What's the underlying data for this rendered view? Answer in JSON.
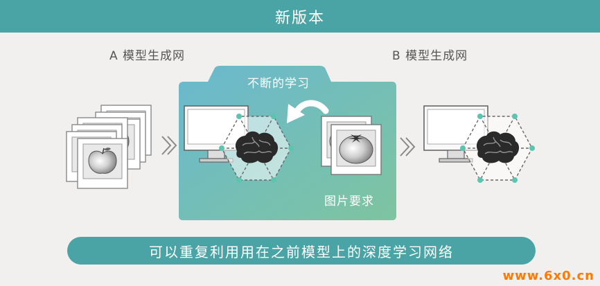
{
  "header": {
    "title": "新版本"
  },
  "model_a": {
    "label": "A  模型生成网"
  },
  "model_b": {
    "label": "B  模型生成网"
  },
  "learning_panel": {
    "title": "不断的学习",
    "image_requirement": "图片要求"
  },
  "footer": {
    "caption": "可以重复利用用在之前模型上的深度学习网络"
  },
  "watermark": {
    "text": "www.6x0.cn"
  },
  "colors": {
    "header_bg": "#4aa3a5",
    "panel_gradient_start": "#6ab8cf",
    "panel_gradient_end": "#7ec4a0",
    "node": "#5cc5b0",
    "brain": "#2a2a2a",
    "watermark": "#ff7a00"
  },
  "icons": [
    "photo-stack-icon",
    "chevron-right-icon",
    "monitor-icon",
    "neural-hexagon-icon",
    "brain-icon",
    "curved-arrow-icon"
  ]
}
